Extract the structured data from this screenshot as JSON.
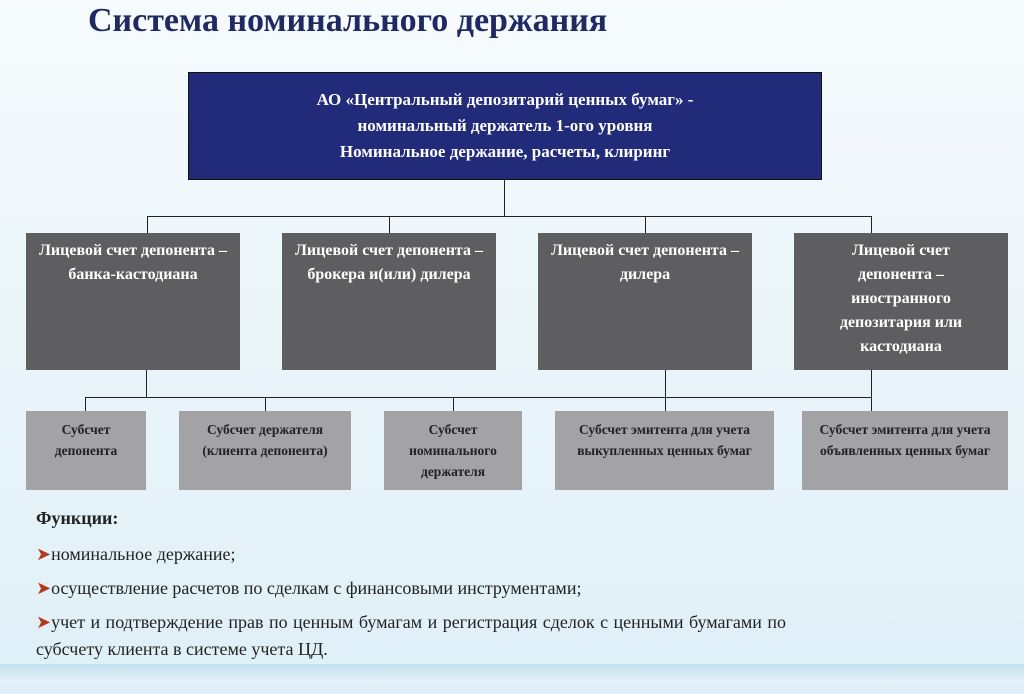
{
  "title": "Система номинального держания",
  "top_box": [
    "АО «Центральный депозитарий ценных бумаг» -",
    "номинальный держатель 1-ого уровня",
    "Номинальное держание, расчеты, клиринг"
  ],
  "accounts": [
    {
      "label": "Лицевой счет депонента – банка-кастодиана"
    },
    {
      "label": "Лицевой счет депонента – брокера и(или) дилера"
    },
    {
      "label": "Лицевой счет депонента – дилера"
    },
    {
      "label": "Лицевой счет депонента – иностранного депозитария или кастодиана"
    }
  ],
  "subaccounts": [
    {
      "label": "Субсчет депонента"
    },
    {
      "label": "Субсчет держателя (клиента депонента)"
    },
    {
      "label": "Субсчет номинального держателя"
    },
    {
      "label": "Субсчет эмитента для учета выкупленных ценных бумаг"
    },
    {
      "label": "Субсчет эмитента для учета объявленных ценных бумаг"
    }
  ],
  "functions": {
    "heading": "Функции:",
    "items": [
      "номинальное держание;",
      "осуществление расчетов по сделкам с финансовыми инструментами;",
      "учет и подтверждение прав по ценным бумагам и регистрация сделок с ценными бумагами по субсчету клиента в системе учета ЦД."
    ]
  }
}
